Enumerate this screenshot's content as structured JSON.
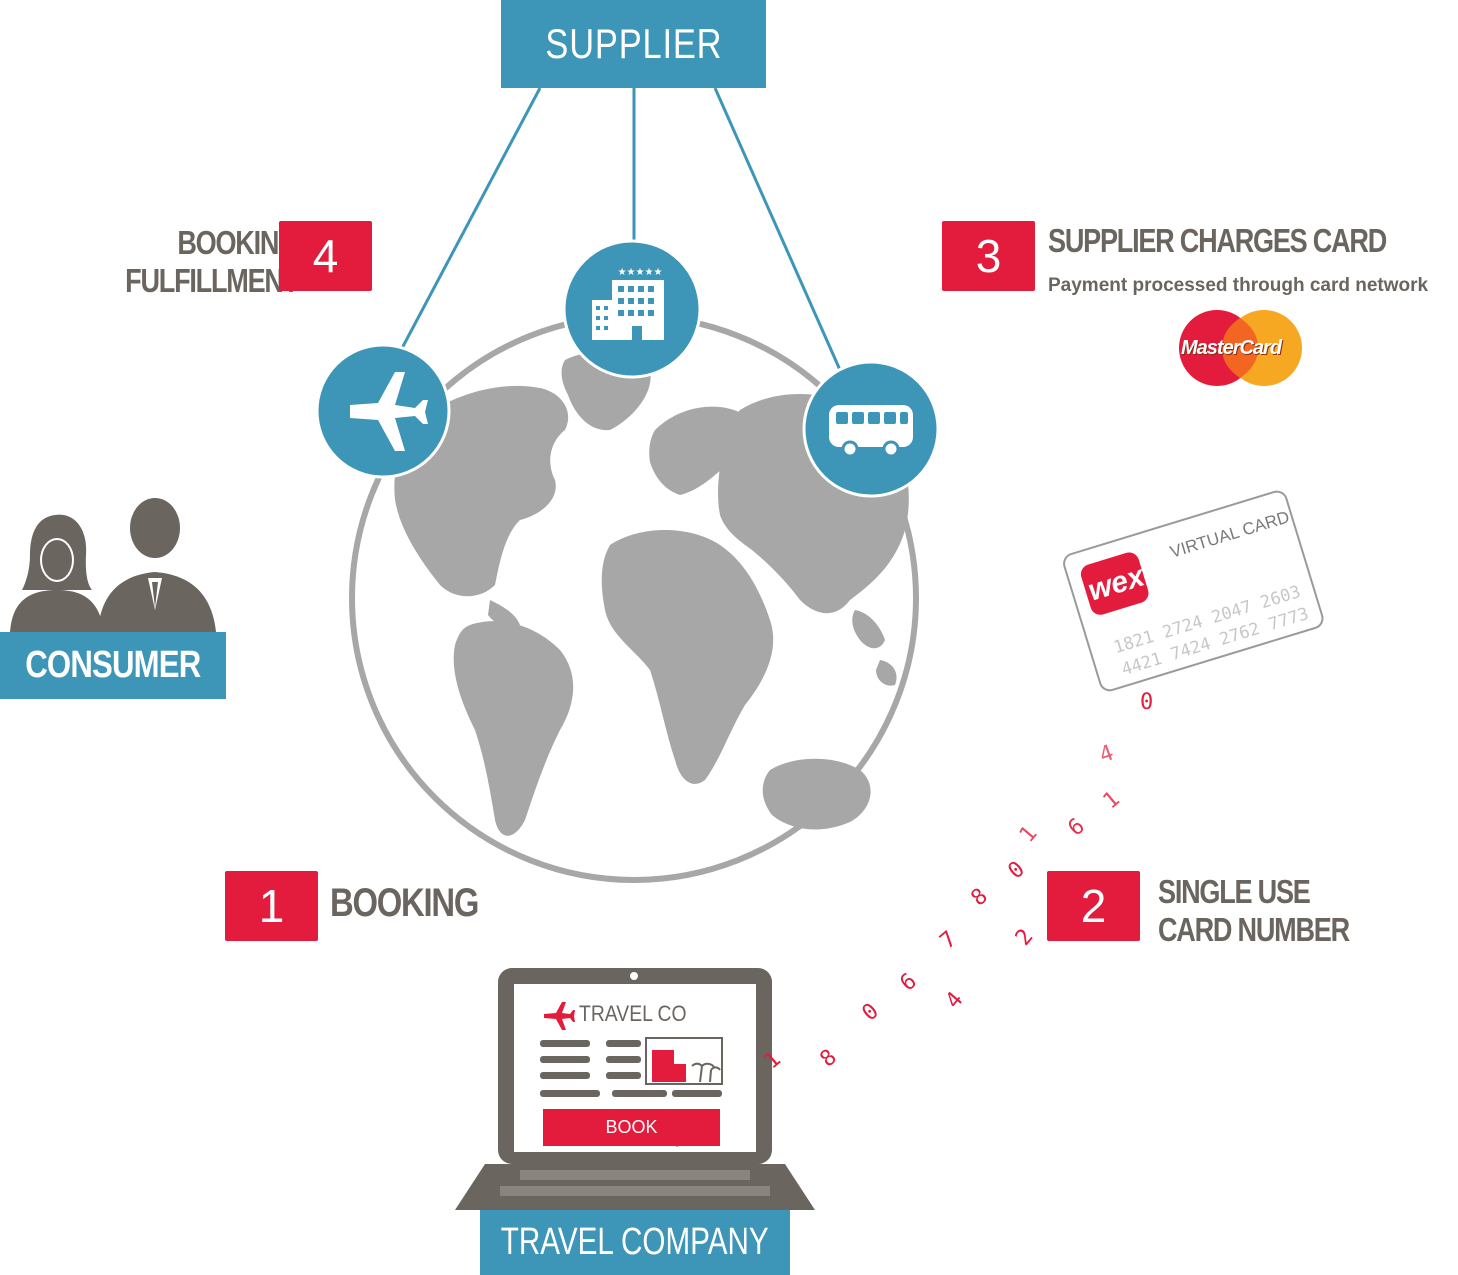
{
  "supplier": {
    "label": "SUPPLIER"
  },
  "steps": [
    {
      "number": "1",
      "label": "BOOKING"
    },
    {
      "number": "2",
      "label_line1": "SINGLE USE",
      "label_line2": "CARD NUMBER"
    },
    {
      "number": "3",
      "label": "SUPPLIER CHARGES CARD",
      "sublabel": "Payment processed through card network"
    },
    {
      "number": "4",
      "label_line1": "BOOKING",
      "label_line2": "FULFILLMENT"
    }
  ],
  "consumer": {
    "label": "CONSUMER"
  },
  "travel_company": {
    "label": "TRAVEL COMPANY"
  },
  "laptop_screen": {
    "brand": "TRAVEL CO",
    "button": "BOOK"
  },
  "mastercard": {
    "text": "MasterCard"
  },
  "virtual_card": {
    "brand": "wex",
    "title": "VIRTUAL CARD",
    "numbers_line1": "1821 2724 2047 2603",
    "numbers_line2": "4421 7424 2762 7773"
  },
  "digit_trail": [
    "0",
    "4",
    "1",
    "6",
    "1",
    "0",
    "8",
    "2",
    "7",
    "4",
    "6",
    "0",
    "8",
    "1"
  ],
  "icons": [
    "airplane-icon",
    "hotel-icon",
    "bus-icon"
  ],
  "colors": {
    "blue": "#3d95b7",
    "red": "#e31b3c",
    "gray": "#6b6560",
    "globe": "#a7a7a7"
  }
}
